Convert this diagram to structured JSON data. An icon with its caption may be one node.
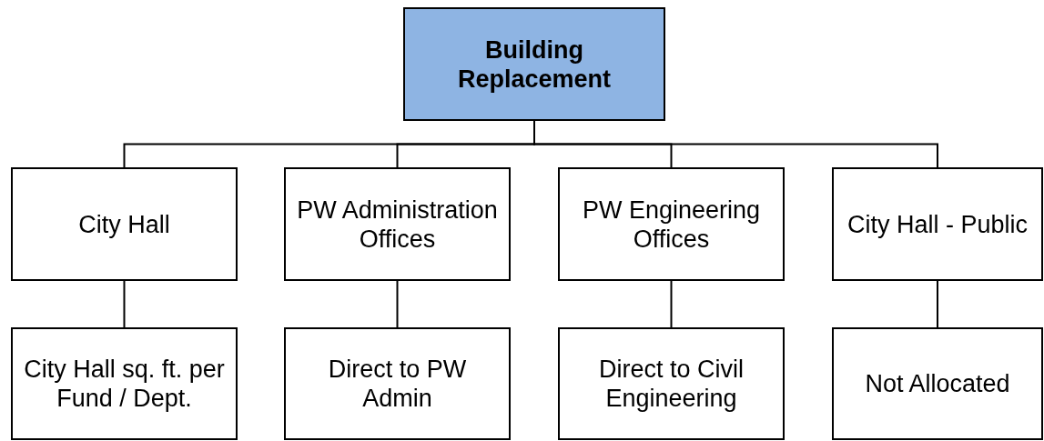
{
  "diagram": {
    "nodes": [
      {
        "text": [
          "Building Replacement"
        ]
      },
      {
        "text": [
          "City Hall"
        ]
      },
      {
        "text": [
          "PW Administration Offices"
        ]
      },
      {
        "text": [
          "PW Engineering Offices"
        ]
      },
      {
        "text": [
          "City Hall - Public"
        ]
      },
      {
        "text": [
          "City Hall sq. ft. per Fund / Dept."
        ]
      },
      {
        "text": [
          "Direct to PW Admin"
        ]
      },
      {
        "text": [
          "Direct to Civil Engineering"
        ]
      },
      {
        "text": [
          "Not Allocated"
        ]
      }
    ],
    "edges": [
      {
        "from": 0,
        "to": 1,
        "arrow": "none"
      },
      {
        "from": 0,
        "to": 2,
        "arrow": "none"
      },
      {
        "from": 0,
        "to": 3,
        "arrow": "none"
      },
      {
        "from": 0,
        "to": 4,
        "arrow": "none"
      },
      {
        "from": 1,
        "to": 5,
        "arrow": "none"
      },
      {
        "from": 2,
        "to": 6,
        "arrow": "none"
      },
      {
        "from": 3,
        "to": 7,
        "arrow": "none"
      },
      {
        "from": 4,
        "to": 8,
        "arrow": "none"
      }
    ]
  }
}
